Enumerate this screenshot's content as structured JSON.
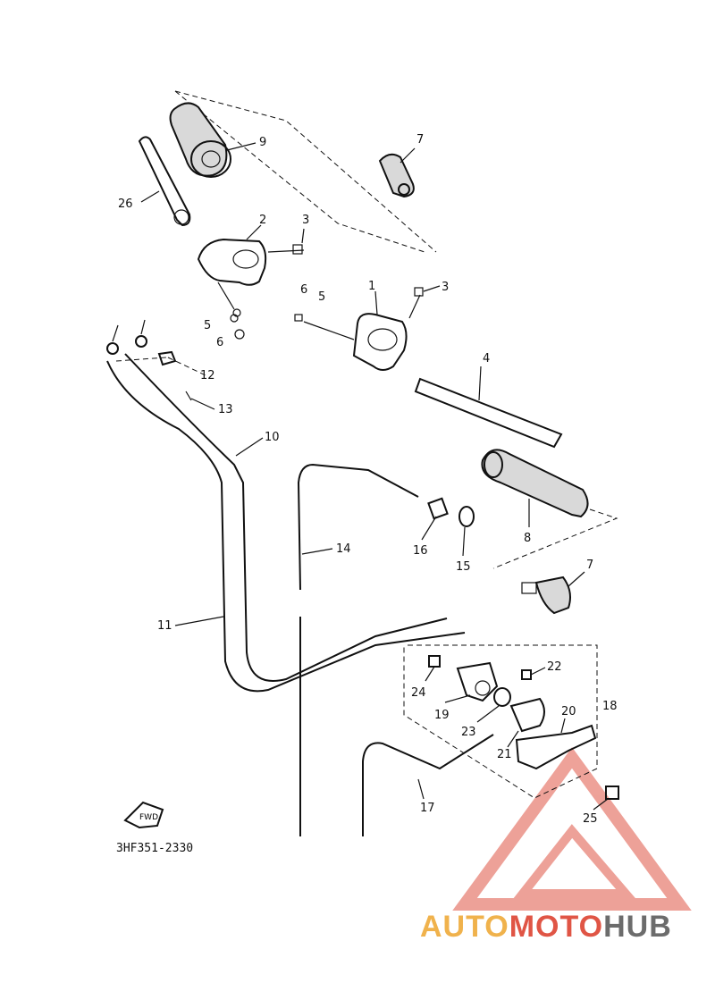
{
  "diagram_code": "3HF351-2330",
  "front_arrow": "FWD",
  "watermark": {
    "part1": "AUTO",
    "part2": "MOTO",
    "part3": "HUB"
  },
  "colors": {
    "watermark_orange": "#f0b24c",
    "watermark_red": "#e05545",
    "watermark_gray": "#6c6c6c",
    "line": "#111111"
  },
  "labels": {
    "l1": "1",
    "l2": "2",
    "l3a": "3",
    "l3b": "3",
    "l4": "4",
    "l5a": "5",
    "l5b": "5",
    "l6a": "6",
    "l6b": "6",
    "l7a": "7",
    "l7b": "7",
    "l8": "8",
    "l9": "9",
    "l10": "10",
    "l11": "11",
    "l12": "12",
    "l13": "13",
    "l14": "14",
    "l15": "15",
    "l16": "16",
    "l17": "17",
    "l18": "18",
    "l19": "19",
    "l20": "20",
    "l21": "21",
    "l22": "22",
    "l23": "23",
    "l24": "24",
    "l25": "25",
    "l26": "26"
  }
}
